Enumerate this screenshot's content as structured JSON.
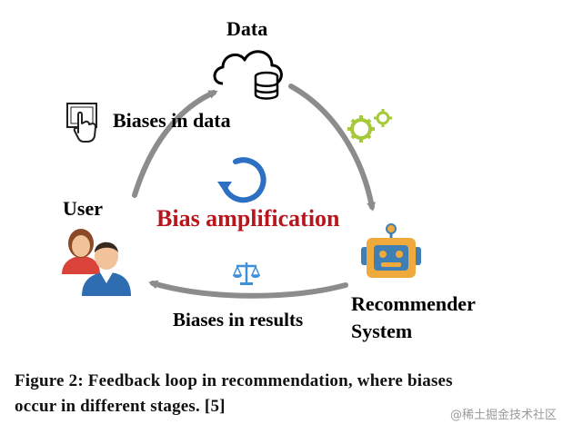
{
  "nodes": {
    "data": "Data",
    "user": "User",
    "recommender_line1": "Recommender",
    "recommender_line2": "System"
  },
  "edges": {
    "biases_in_data": "Biases in data",
    "biases_in_results": "Biases in results"
  },
  "center": {
    "label": "Bias amplification"
  },
  "caption": {
    "line1": "Figure 2: Feedback loop in recommendation, where biases",
    "line2": "occur in different stages. [5]"
  },
  "watermark": "@稀土掘金技术社区",
  "icons": {
    "data": "cloud-database-icon",
    "user": "users-icon",
    "recommender": "robot-icon",
    "edge_data": "touch-screen-icon",
    "edge_recommender": "gears-icon",
    "edge_results": "scales-icon",
    "center": "cycle-arrow-icon"
  },
  "colors": {
    "arrow": "#8c8c8c",
    "accent": "#b8161c",
    "gear": "#a6c93a",
    "scales": "#3f8fd9",
    "cycle": "#2c6fc3",
    "robot_body": "#f0a93c",
    "robot_face": "#3f7fb3"
  }
}
